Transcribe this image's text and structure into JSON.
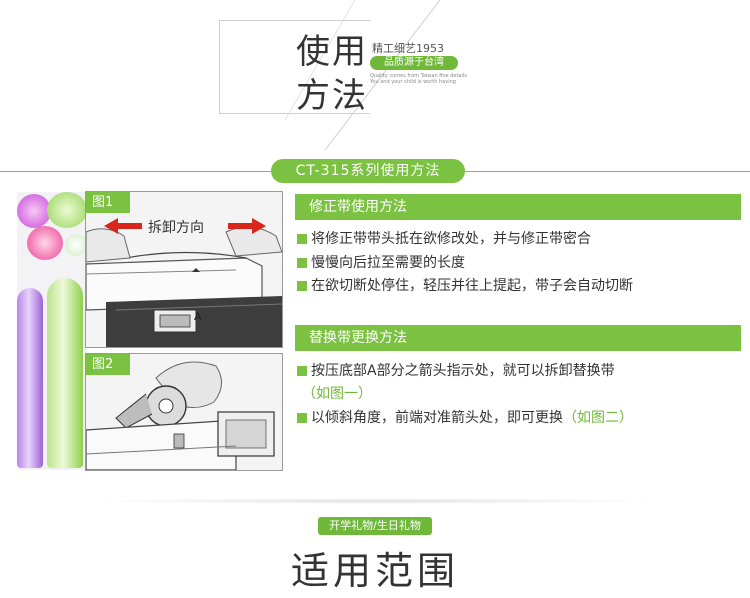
{
  "header": {
    "title_line1": "使用",
    "title_line2": "方法",
    "subtitle": "精工细艺1953",
    "pill": "品质源于台湾",
    "tiny_line1": "Quality comes from Taiwan fine details",
    "tiny_line2": "You and your child is worth having"
  },
  "section_tab": "CT-315系列使用方法",
  "figures": [
    {
      "tag": "图1",
      "label": "拆卸方向",
      "mark": "A"
    },
    {
      "tag": "图2"
    }
  ],
  "panels": [
    {
      "title": "修正带使用方法",
      "lines": [
        "将修正带带头抵在欲修改处，并与修正带密合",
        "慢慢向后拉至需要的长度",
        "在欲切断处停住，轻压并往上提起，带子会自动切断"
      ]
    },
    {
      "title": "替换带更换方法",
      "line1": "按压底部A部分之箭头指示处，就可以拆卸替换带",
      "line1_note": "（如图一）",
      "line2": "以倾斜角度，前端对准箭头处，即可更换",
      "line2_note": "（如图二）"
    }
  ],
  "bottom": {
    "pill": "开学礼物/生日礼物",
    "title": "适用范围"
  },
  "colors": {
    "accent": "#7cc242",
    "text": "#333333"
  }
}
